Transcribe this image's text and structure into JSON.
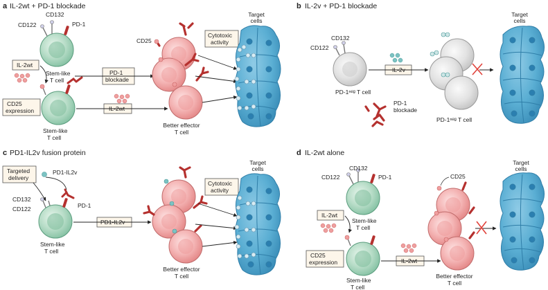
{
  "panels": {
    "a": {
      "letter": "a",
      "title": "IL-2wt + PD-1 blockade",
      "labels": {
        "cd122": "CD122",
        "cd132": "CD132",
        "pd1": "PD-1",
        "il2wt_box": "IL-2wt",
        "stem1": [
          "Stem-like",
          "T cell"
        ],
        "cd25_box": [
          "CD25",
          "expression"
        ],
        "stem2": [
          "Stem-like",
          "T cell"
        ],
        "cd25": "CD25",
        "pd1_blockade_box": [
          "PD-1",
          "blockade"
        ],
        "il2wt_box2": "IL-2wt",
        "cytotoxic_box": [
          "Cytotoxic",
          "activity"
        ],
        "target": [
          "Target",
          "cells"
        ],
        "effector": [
          "Better effector",
          "T cell"
        ]
      }
    },
    "b": {
      "letter": "b",
      "title": "IL-2v + PD-1 blockade",
      "labels": {
        "cd132": "CD132",
        "cd122": "CD122",
        "pd1neg1": "PD-1ⁿᵉᵍ T cell",
        "il2v_box": "IL-2v",
        "pd1_blockade": [
          "PD-1",
          "blockade"
        ],
        "pd1neg2": "PD-1ⁿᵉᵍ T cell",
        "target": [
          "Target",
          "cells"
        ]
      }
    },
    "c": {
      "letter": "c",
      "title": "PD1-IL2v fusion protein",
      "labels": {
        "targeted_box": [
          "Targeted",
          "delivery"
        ],
        "pd1il2v": "PD1-IL2v",
        "cd132": "CD132",
        "cd122": "CD122",
        "pd1": "PD-1",
        "stem": [
          "Stem-like",
          "T cell"
        ],
        "fusion_box": "PD1-IL2v",
        "cytotoxic_box": [
          "Cytotoxic",
          "activity"
        ],
        "effector": [
          "Better effector",
          "T cell"
        ],
        "target": [
          "Target",
          "cells"
        ]
      }
    },
    "d": {
      "letter": "d",
      "title": "IL-2wt alone",
      "labels": {
        "cd132": "CD132",
        "cd122": "CD122",
        "pd1": "PD-1",
        "il2wt_box": "IL-2wt",
        "stem1": [
          "Stem-like",
          "T cell"
        ],
        "cd25_box": [
          "CD25",
          "expression"
        ],
        "stem2": [
          "Stem-like",
          "T cell"
        ],
        "cd25": "CD25",
        "il2wt_box2": "IL-2wt",
        "effector": [
          "Better effector",
          "T cell"
        ],
        "target": [
          "Target",
          "cells"
        ]
      }
    }
  },
  "colors": {
    "stem_cell": "#b8ddc8",
    "effector_cell": "#f4b4b4",
    "neg_cell": "#e2e2e2",
    "target_cell": "#5aaed3",
    "antibody": "#b5312f",
    "il2_particle": "#ef9f9f",
    "il2v_particle": "#7cc3c3",
    "box_fill": "#fdf6ea",
    "inhibit": "#e0413a"
  }
}
